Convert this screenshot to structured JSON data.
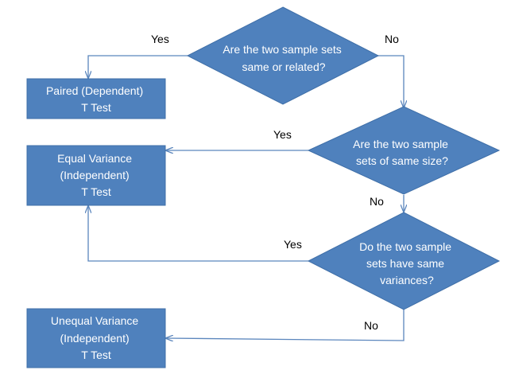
{
  "colors": {
    "shape_fill": "#4f81bd",
    "shape_stroke": "#3f6fa8",
    "connector": "#5b86bd",
    "shape_text": "#ffffff",
    "label_text": "#000000"
  },
  "decisions": {
    "same_or_related": [
      "Are the two sample sets",
      "same or related?"
    ],
    "same_size": [
      "Are the two  sample",
      "sets of same size?"
    ],
    "same_variances": [
      "Do the two sample",
      "sets have same",
      "variances?"
    ]
  },
  "results": {
    "paired": [
      "Paired (Dependent)",
      "T Test"
    ],
    "equal_variance": [
      "Equal Variance",
      "(Independent)",
      "T Test"
    ],
    "unequal_variance": [
      "Unequal Variance",
      "(Independent)",
      "T Test"
    ]
  },
  "edge_labels": {
    "q1_yes": "Yes",
    "q1_no": "No",
    "q2_yes": "Yes",
    "q2_no": "No",
    "q3_yes": "Yes",
    "q3_no": "No"
  }
}
